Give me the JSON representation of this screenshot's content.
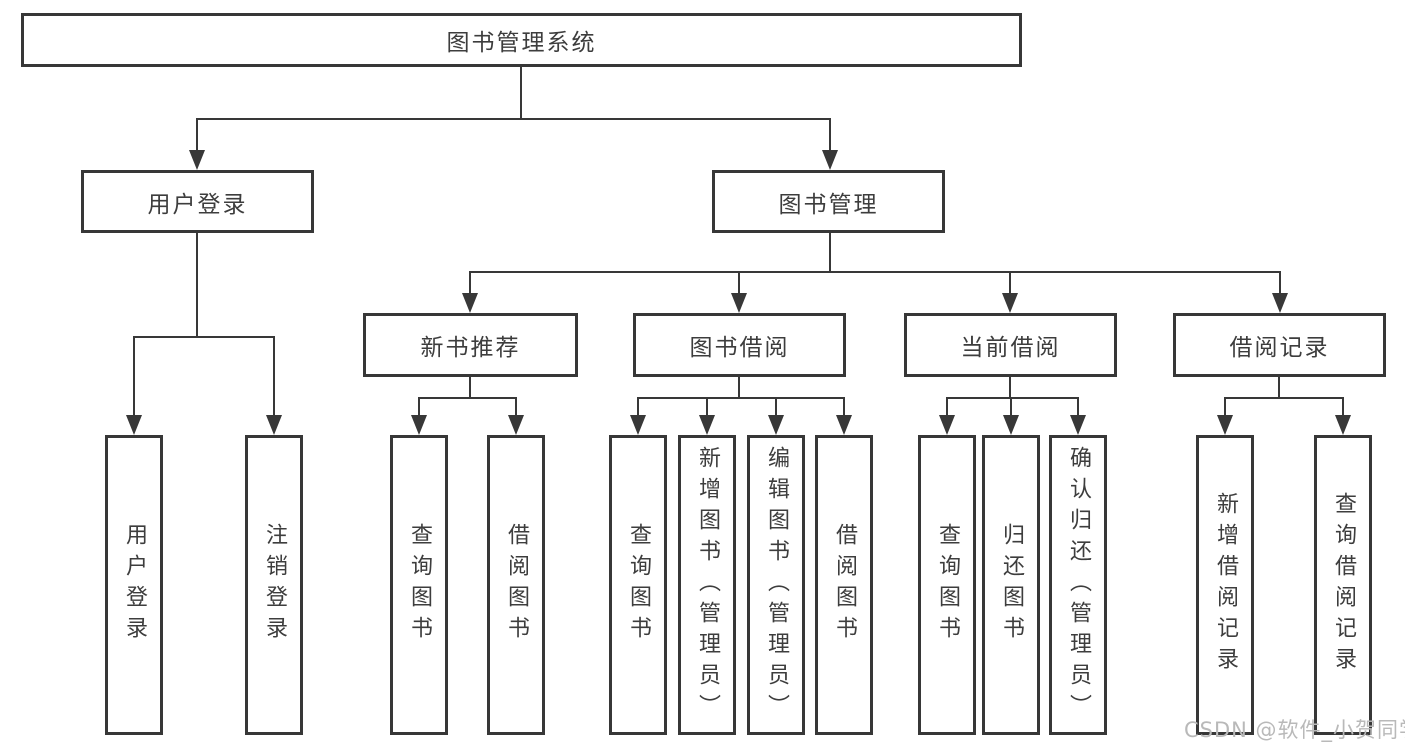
{
  "tree": {
    "root": {
      "label": "图书管理系统"
    },
    "branches": [
      {
        "label": "用户登录",
        "children": [
          {
            "label": "用户登录"
          },
          {
            "label": "注销登录"
          }
        ]
      },
      {
        "label": "图书管理",
        "children": [
          {
            "label": "新书推荐",
            "children": [
              {
                "label": "查询图书"
              },
              {
                "label": "借阅图书"
              }
            ]
          },
          {
            "label": "图书借阅",
            "children": [
              {
                "label": "查询图书"
              },
              {
                "label": "新增图书（管理员）"
              },
              {
                "label": "编辑图书（管理员）"
              },
              {
                "label": "借阅图书"
              }
            ]
          },
          {
            "label": "当前借阅",
            "children": [
              {
                "label": "查询图书"
              },
              {
                "label": "归还图书"
              },
              {
                "label": "确认归还（管理员）"
              }
            ]
          },
          {
            "label": "借阅记录",
            "children": [
              {
                "label": "新增借阅记录"
              },
              {
                "label": "查询借阅记录"
              }
            ]
          }
        ]
      }
    ]
  },
  "watermark": {
    "text": "CSDN @软件_小贺同学"
  },
  "colors": {
    "line": "#383838",
    "box_border": "#373737",
    "text": "#3d3d3d",
    "background": "#ffffff",
    "watermark": "#b9b9b9"
  }
}
